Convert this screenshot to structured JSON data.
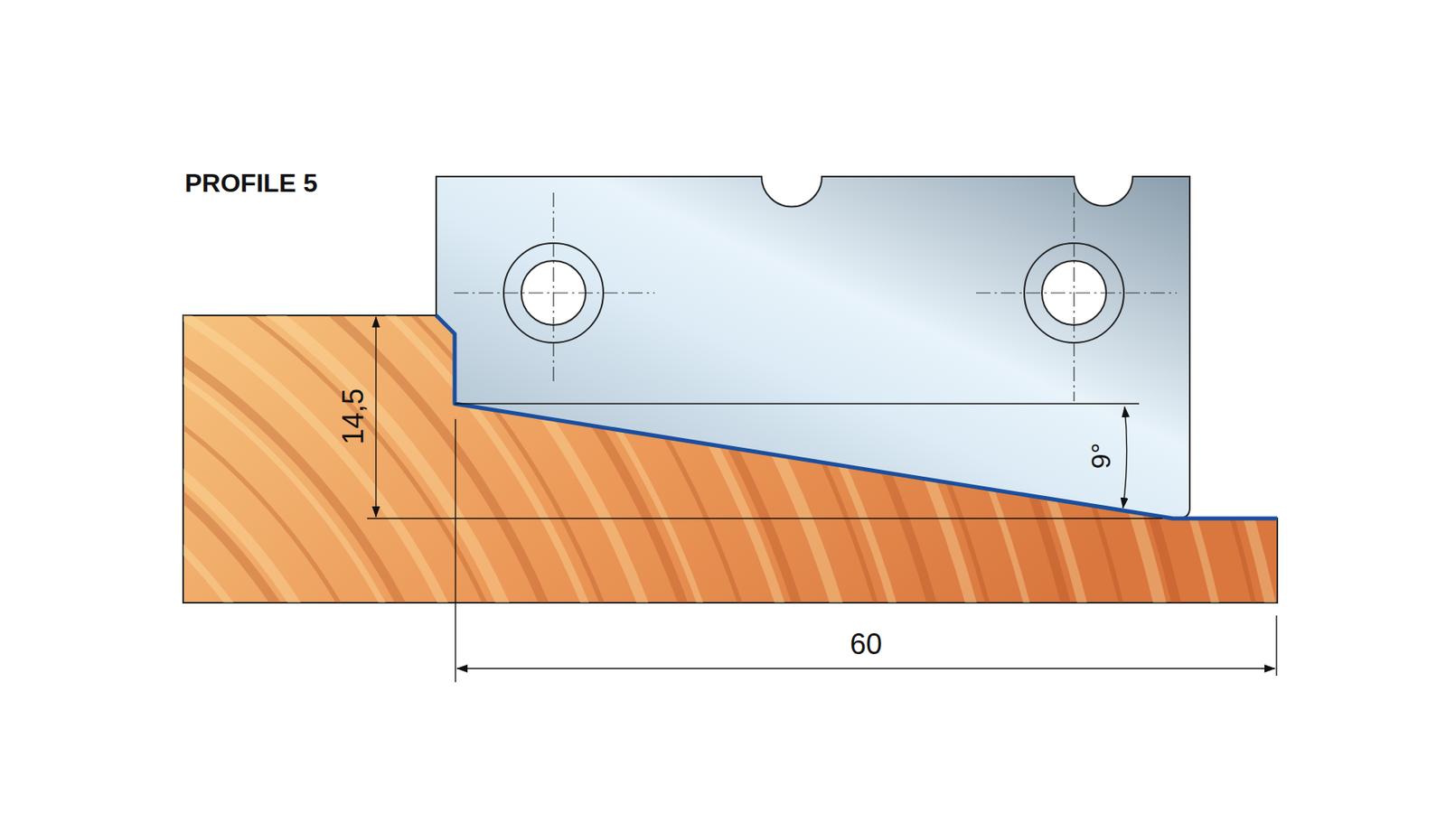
{
  "diagram": {
    "title": "PROFILE 5",
    "labels": [
      "14,5",
      "9°",
      "60"
    ]
  }
}
